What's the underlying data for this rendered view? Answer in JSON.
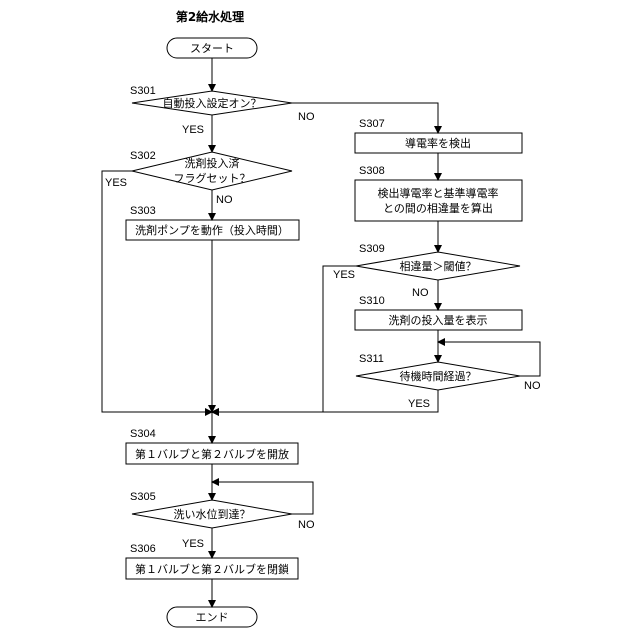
{
  "title": "第2給水処理",
  "start": "スタート",
  "end": "エンド",
  "steps": {
    "s301": {
      "id": "S301",
      "text": "自動投入設定オン？"
    },
    "s302": {
      "id": "S302",
      "line1": "洗剤投入済",
      "line2": "フラグセット？"
    },
    "s303": {
      "id": "S303",
      "text": "洗剤ポンプを動作（投入時間）"
    },
    "s304": {
      "id": "S304",
      "text": "第１バルブと第２バルブを開放"
    },
    "s305": {
      "id": "S305",
      "text": "洗い水位到達？"
    },
    "s306": {
      "id": "S306",
      "text": "第１バルブと第２バルブを閉鎖"
    },
    "s307": {
      "id": "S307",
      "text": "導電率を検出"
    },
    "s308": {
      "id": "S308",
      "line1": "検出導電率と基準導電率",
      "line2": "との間の相違量を算出"
    },
    "s309": {
      "id": "S309",
      "text": "相違量＞閾値？"
    },
    "s310": {
      "id": "S310",
      "text": "洗剤の投入量を表示"
    },
    "s311": {
      "id": "S311",
      "text": "待機時間経過？"
    }
  },
  "branches": {
    "yes": "YES",
    "no": "NO"
  }
}
